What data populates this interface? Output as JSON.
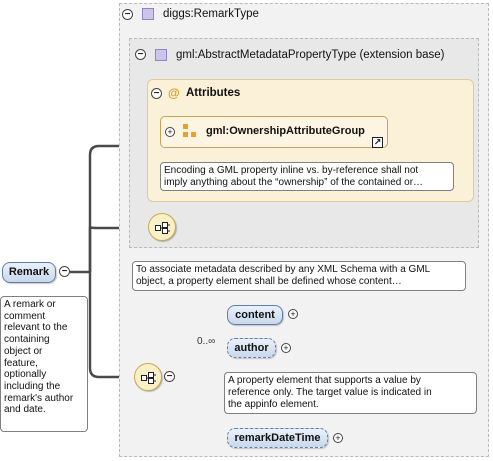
{
  "type_box": {
    "collapse_glyph": "−",
    "icon": "complex-type-icon",
    "title": "diggs:RemarkType"
  },
  "extension_box": {
    "collapse_glyph": "−",
    "icon": "complex-type-icon",
    "title": "gml:AbstractMetadataPropertyType (extension base)"
  },
  "attributes_box": {
    "collapse_glyph": "−",
    "icon_glyph": "@",
    "title": "Attributes",
    "group": {
      "expand_glyph": "+",
      "icon": "attribute-group-icon",
      "label": "gml:OwnershipAttributeGroup",
      "link_glyph": "↗"
    },
    "doc_line1": "Encoding a GML property inline vs. by-reference shall not",
    "doc_line2": "imply anything about the “ownership” of the contained or…"
  },
  "extension_doc_line1": "To associate metadata described by any XML Schema with a GML",
  "extension_doc_line2": "object, a property element shall be defined whose content…",
  "root_element": {
    "label": "Remark",
    "collapse_glyph": "−",
    "doc_lines": [
      "A remark or",
      "comment",
      "relevant to the",
      "containing",
      "object or",
      "feature,",
      "optionally",
      "including the",
      "remark's author",
      "and date."
    ]
  },
  "sequence": {
    "collapse_glyph": "−",
    "icon": "sequence-compositor-icon"
  },
  "elements": {
    "content": {
      "label": "content",
      "expand_glyph": "+"
    },
    "author": {
      "label": "author",
      "expand_glyph": "+",
      "occurs": "0..∞",
      "doc_line1": "A property element that supports a value by",
      "doc_line2": "reference only. The target value is indicated in",
      "doc_line3": "the appinfo element."
    },
    "remarkDateTime": {
      "label": "remarkDateTime",
      "expand_glyph": "+"
    }
  },
  "colors": {
    "element_fill": "#c9d8ec",
    "element_border": "#5d7fa7",
    "attributes_fill": "#fbf0d8",
    "attribute_accent": "#f0a020",
    "type_icon": "#cdc4e9",
    "panel_fill": "#f2f2f2"
  }
}
